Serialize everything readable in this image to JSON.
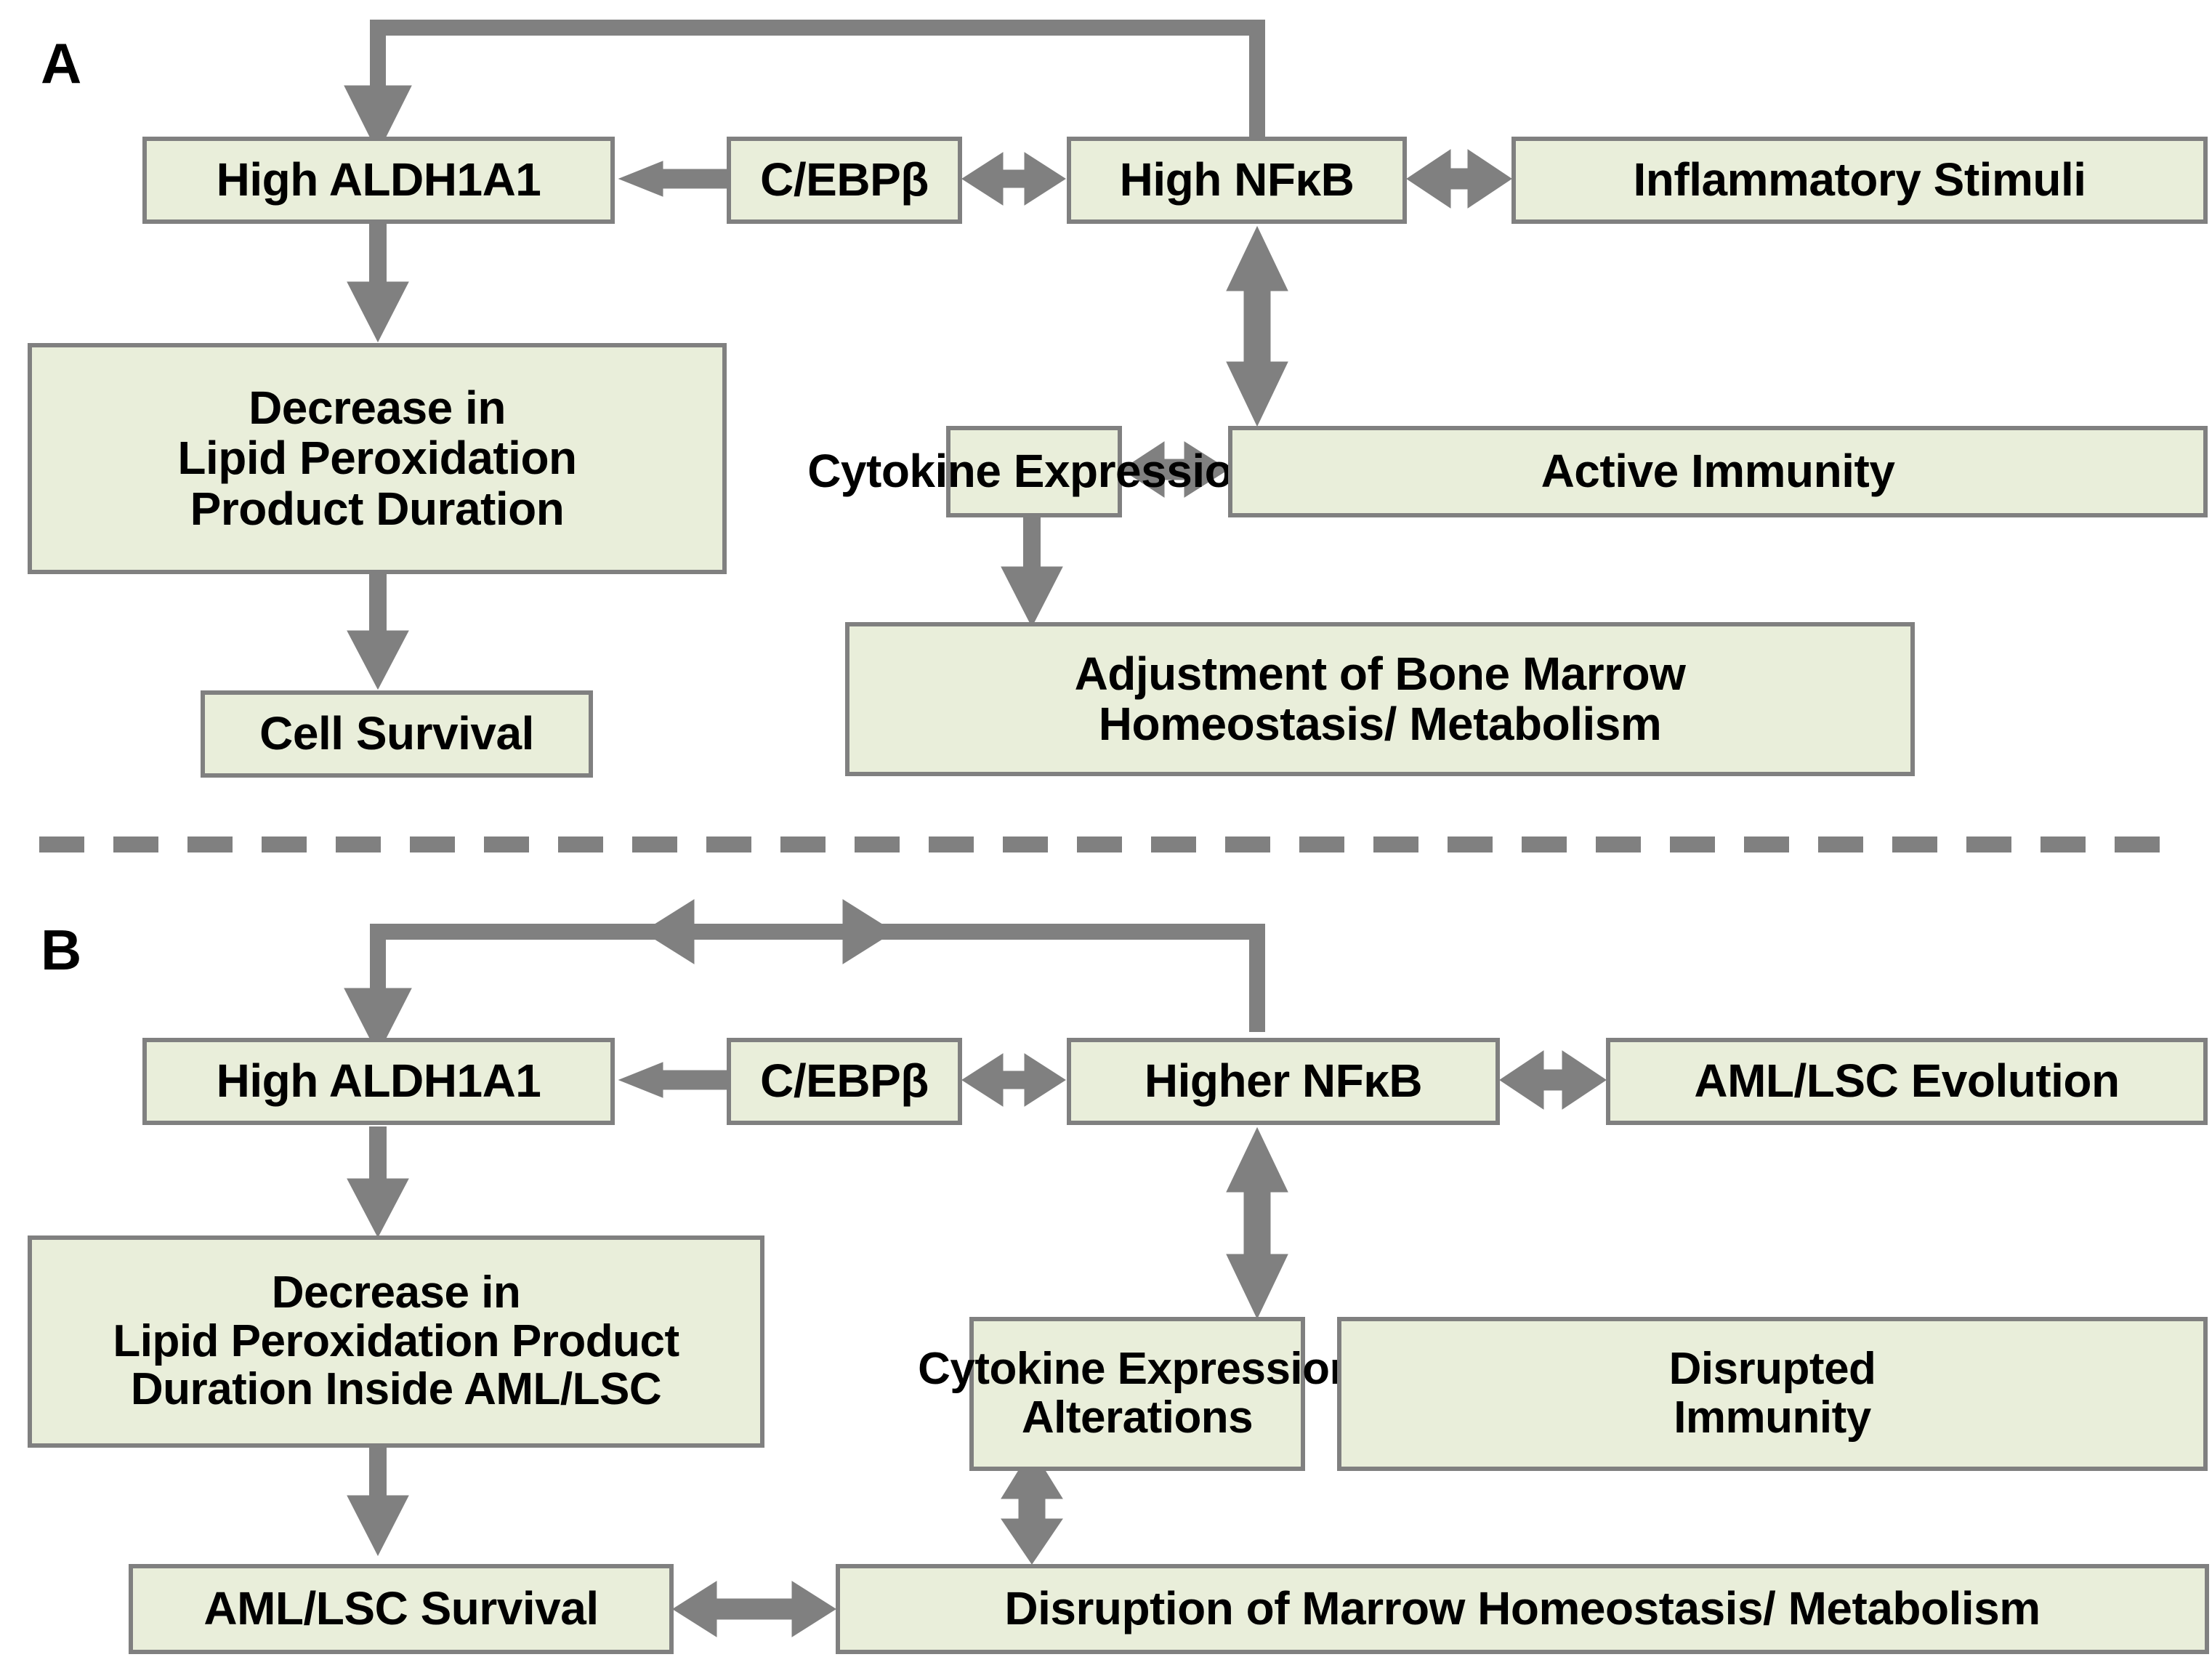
{
  "figure": {
    "type": "two-panel-pathway-diagram",
    "panels": [
      {
        "id": "A",
        "label": "A",
        "nodes": [
          {
            "id": "a-aldh",
            "text": "High ALDH1A1"
          },
          {
            "id": "a-cebp",
            "text": "C/EBPβ"
          },
          {
            "id": "a-nfkb",
            "text": "High NFκB"
          },
          {
            "id": "a-inflam",
            "text": "Inflammatory Stimuli"
          },
          {
            "id": "a-decrease",
            "line1": "Decrease in",
            "line2": "Lipid Peroxidation",
            "line3": "Product Duration"
          },
          {
            "id": "a-cytokine",
            "text": "Cytokine Expression"
          },
          {
            "id": "a-immunity",
            "text": "Active Immunity"
          },
          {
            "id": "a-adjust",
            "line1": "Adjustment of Bone Marrow",
            "line2": "Homeostasis/ Metabolism"
          },
          {
            "id": "a-survival",
            "text": "Cell Survival"
          }
        ],
        "edges": [
          {
            "from": "a-nfkb",
            "to": "a-aldh",
            "style": "elbow-up-over-down",
            "heads": "one"
          },
          {
            "from": "a-cebp",
            "to": "a-aldh",
            "style": "horizontal",
            "heads": "one-left"
          },
          {
            "from": "a-cebp",
            "to": "a-nfkb",
            "style": "horizontal",
            "heads": "both"
          },
          {
            "from": "a-nfkb",
            "to": "a-inflam",
            "style": "horizontal",
            "heads": "both"
          },
          {
            "from": "a-aldh",
            "to": "a-decrease",
            "style": "vertical",
            "heads": "one-down"
          },
          {
            "from": "a-decrease",
            "to": "a-survival",
            "style": "vertical",
            "heads": "one-down"
          },
          {
            "from": "a-nfkb",
            "to": "a-cytokine",
            "style": "vertical",
            "heads": "both"
          },
          {
            "from": "a-cytokine",
            "to": "a-immunity",
            "style": "horizontal",
            "heads": "both"
          },
          {
            "from": "a-cytokine",
            "to": "a-adjust",
            "style": "vertical",
            "heads": "one-down"
          }
        ]
      },
      {
        "id": "B",
        "label": "B",
        "nodes": [
          {
            "id": "b-aldh",
            "text": "High ALDH1A1"
          },
          {
            "id": "b-cebp",
            "text": "C/EBPβ"
          },
          {
            "id": "b-nfkb",
            "text": "Higher NFκB"
          },
          {
            "id": "b-aml",
            "text": "AML/LSC Evolution"
          },
          {
            "id": "b-decrease",
            "line1": "Decrease in",
            "line2": "Lipid Peroxidation Product",
            "line3": "Duration Inside AML/LSC"
          },
          {
            "id": "b-cytokine",
            "line1": "Cytokine Expression",
            "line2": "Alterations"
          },
          {
            "id": "b-immunity",
            "line1": "Disrupted",
            "line2": "Immunity"
          },
          {
            "id": "b-survival",
            "text": "AML/LSC Survival"
          },
          {
            "id": "b-disrupt",
            "text": "Disruption of Marrow Homeostasis/ Metabolism"
          }
        ],
        "edges": [
          {
            "from": "b-nfkb",
            "to": "b-aldh",
            "style": "elbow-up-over-down-bidirectional",
            "heads": "both-ends-and-mid"
          },
          {
            "from": "b-cebp",
            "to": "b-aldh",
            "style": "horizontal",
            "heads": "one-left"
          },
          {
            "from": "b-cebp",
            "to": "b-nfkb",
            "style": "horizontal",
            "heads": "both"
          },
          {
            "from": "b-nfkb",
            "to": "b-aml",
            "style": "horizontal",
            "heads": "both"
          },
          {
            "from": "b-aldh",
            "to": "b-decrease",
            "style": "vertical",
            "heads": "one-down"
          },
          {
            "from": "b-decrease",
            "to": "b-survival",
            "style": "vertical",
            "heads": "one-down"
          },
          {
            "from": "b-nfkb",
            "to": "b-cytokine",
            "style": "vertical",
            "heads": "both"
          },
          {
            "from": "b-cytokine",
            "to": "b-immunity",
            "style": "horizontal",
            "heads": "both"
          },
          {
            "from": "b-cytokine",
            "to": "b-disrupt",
            "style": "vertical",
            "heads": "both"
          },
          {
            "from": "b-survival",
            "to": "b-disrupt",
            "style": "horizontal",
            "heads": "both"
          }
        ]
      }
    ],
    "divider": {
      "style": "dashed",
      "orientation": "horizontal"
    },
    "colors": {
      "box_fill": "#e9eeda",
      "box_border": "#808080",
      "arrow": "#808080",
      "text": "#000000",
      "background": "#ffffff"
    }
  }
}
